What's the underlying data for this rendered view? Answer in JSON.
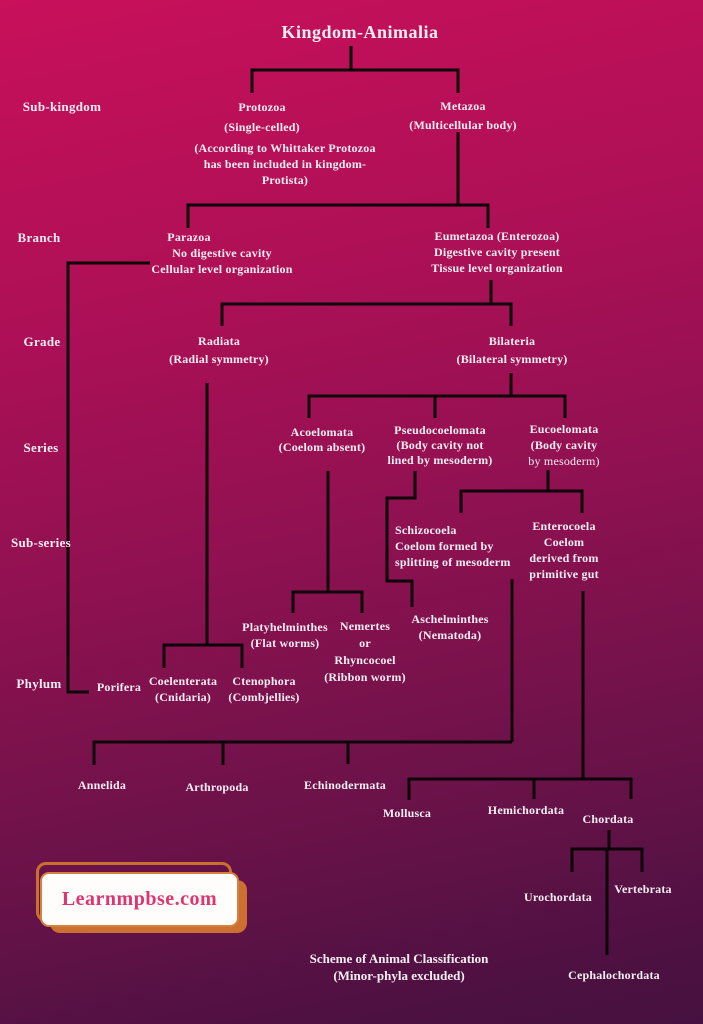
{
  "colors": {
    "background_top": "#c8105b",
    "background_bottom": "#461140",
    "line_color": "#0d0408",
    "text_color": "#f6eef3",
    "badge_fill": "#ffffff",
    "badge_orange": "#cb7030",
    "badge_text_color": "#e1336f"
  },
  "title": "Kingdom-Animalia",
  "rank_labels": {
    "sub_kingdom": "Sub-kingdom",
    "branch": "Branch",
    "grade": "Grade",
    "series": "Series",
    "sub_series": "Sub-series",
    "phylum": "Phylum"
  },
  "nodes": {
    "protozoa": {
      "lines": [
        "Protozoa",
        "(Single-celled)"
      ]
    },
    "protozoa_note": {
      "lines": [
        "(According to Whittaker Protozoa",
        "has been included in kingdom-",
        "Protista)"
      ]
    },
    "metazoa": {
      "lines": [
        "Metazoa",
        "(Multicellular body)"
      ]
    },
    "parazoa_title": {
      "lines": [
        "Parazoa"
      ]
    },
    "parazoa_desc": {
      "lines": [
        "No digestive cavity",
        "Cellular level organization"
      ]
    },
    "eumetazoa": {
      "lines": [
        "Eumetazoa (Enterozoa)",
        "Digestive cavity present",
        "Tissue level organization"
      ]
    },
    "radiata": {
      "lines": [
        "Radiata",
        "(Radial symmetry)"
      ]
    },
    "bilateria": {
      "lines": [
        "Bilateria",
        "(Bilateral symmetry)"
      ]
    },
    "acoelomata": {
      "lines": [
        "Acoelomata",
        "(Coelom absent)"
      ]
    },
    "pseudocoelomata": {
      "lines": [
        "Pseudocoelomata",
        "(Body cavity not",
        "lined by mesoderm)"
      ]
    },
    "eucoelomata": {
      "lines": [
        "Eucoelomata",
        "(Body cavity",
        "by mesoderm)"
      ]
    },
    "schizocoela": {
      "lines": [
        "Schizocoela",
        "Coelom formed by",
        "splitting of mesoderm"
      ]
    },
    "enterocoela": {
      "lines": [
        "Enterocoela",
        "Coelom",
        "derived from",
        "primitive gut"
      ]
    },
    "platyhelminthes": {
      "lines": [
        "Platyhelminthes",
        "(Flat worms)"
      ]
    },
    "nemertes": {
      "lines": [
        "Nemertes",
        "or",
        "Rhyncocoel",
        "(Ribbon worm)"
      ]
    },
    "aschelminthes": {
      "lines": [
        "Aschelminthes",
        "(Nematoda)"
      ]
    },
    "porifera": {
      "lines": [
        "Porifera"
      ]
    },
    "coelenterata": {
      "lines": [
        "Coelenterata",
        "(Cnidaria)"
      ]
    },
    "ctenophora": {
      "lines": [
        "Ctenophora",
        "(Combjellies)"
      ]
    },
    "annelida": {
      "lines": [
        "Annelida"
      ]
    },
    "arthropoda": {
      "lines": [
        "Arthropoda"
      ]
    },
    "echinodermata": {
      "lines": [
        "Echinodermata"
      ]
    },
    "mollusca": {
      "lines": [
        "Mollusca"
      ]
    },
    "hemichordata": {
      "lines": [
        "Hemichordata"
      ]
    },
    "chordata": {
      "lines": [
        "Chordata"
      ]
    },
    "urochordata": {
      "lines": [
        "Urochordata"
      ]
    },
    "vertebrata": {
      "lines": [
        "Vertebrata"
      ]
    },
    "cephalochordata": {
      "lines": [
        "Cephalochordata"
      ]
    }
  },
  "watermark": {
    "text": "Learnmpbse.com"
  },
  "caption": {
    "lines": [
      "Scheme of Animal Classification",
      "(Minor-phyla excluded)"
    ]
  }
}
